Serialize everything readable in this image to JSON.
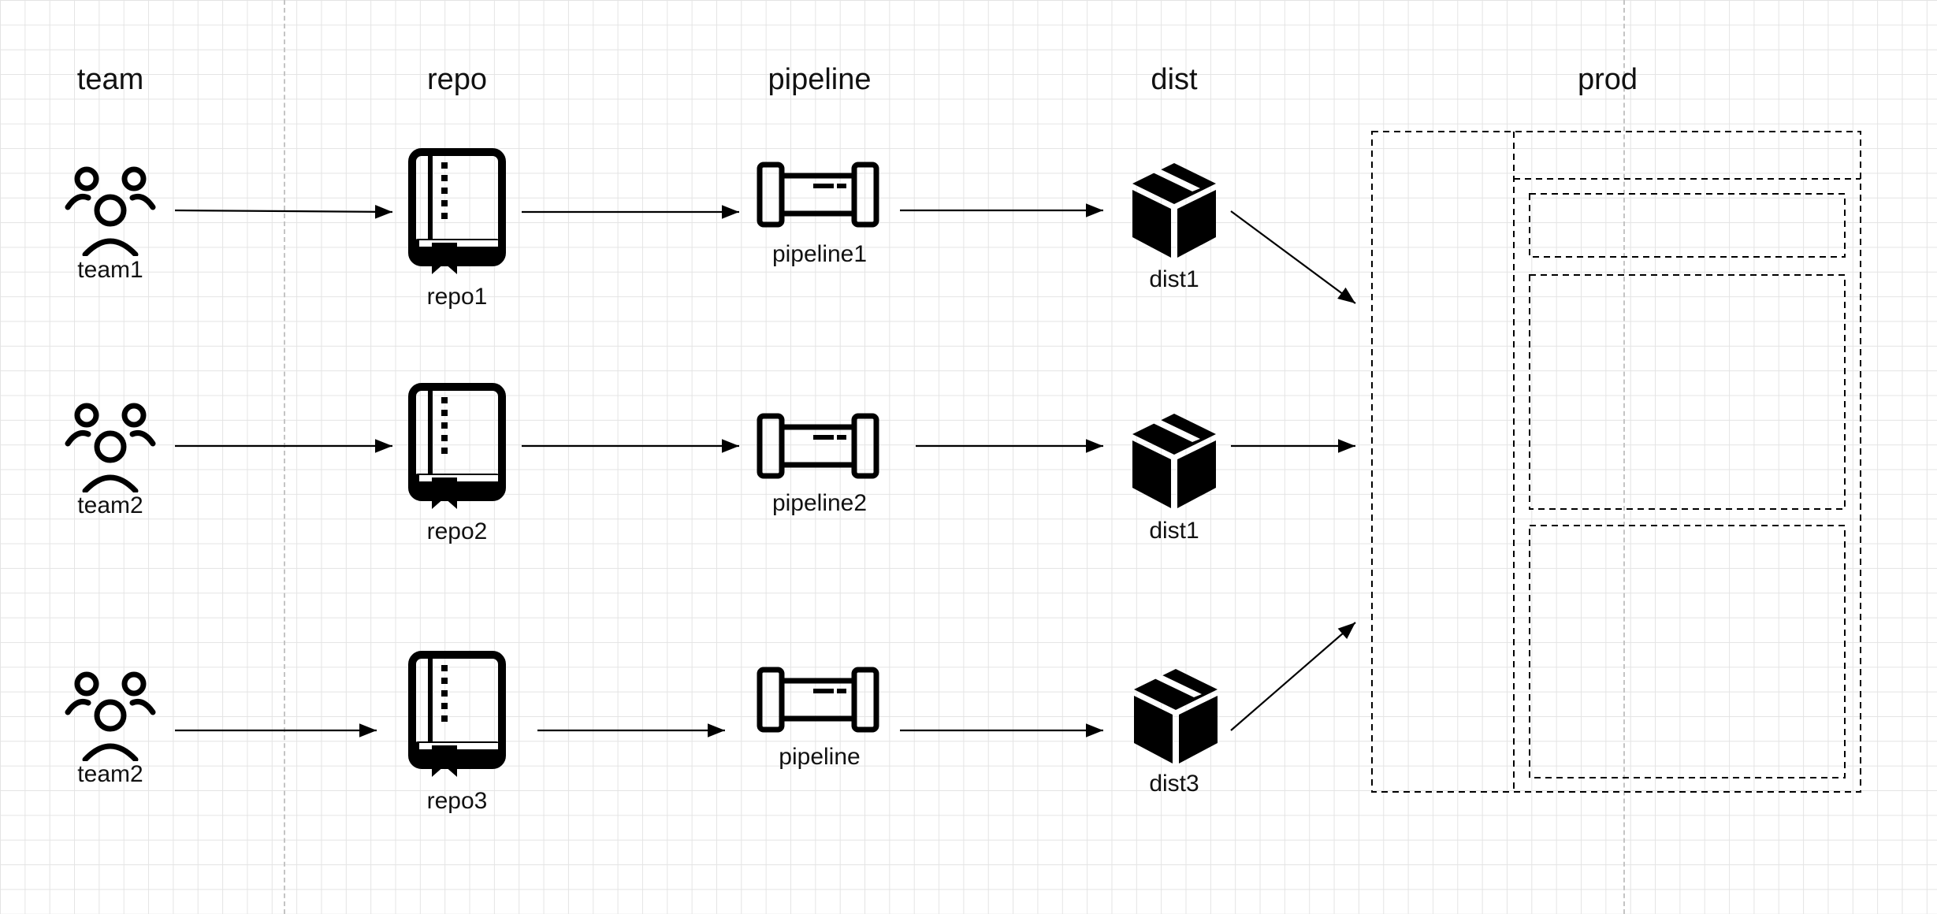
{
  "columns": {
    "team": "team",
    "repo": "repo",
    "pipeline": "pipeline",
    "dist": "dist",
    "prod": "prod"
  },
  "rows": [
    {
      "team": "team1",
      "repo": "repo1",
      "pipeline": "pipeline1",
      "dist": "dist1"
    },
    {
      "team": "team2",
      "repo": "repo2",
      "pipeline": "pipeline2",
      "dist": "dist1"
    },
    {
      "team": "team2",
      "repo": "repo3",
      "pipeline": "pipeline",
      "dist": "dist3"
    }
  ],
  "icons": {
    "team": "users-group-icon",
    "repo": "book-repository-icon",
    "pipeline": "pipe-icon",
    "dist": "package-box-icon"
  },
  "colors": {
    "stroke": "#000000",
    "grid": "#e4e4e4",
    "guide": "#c4c4c4"
  }
}
